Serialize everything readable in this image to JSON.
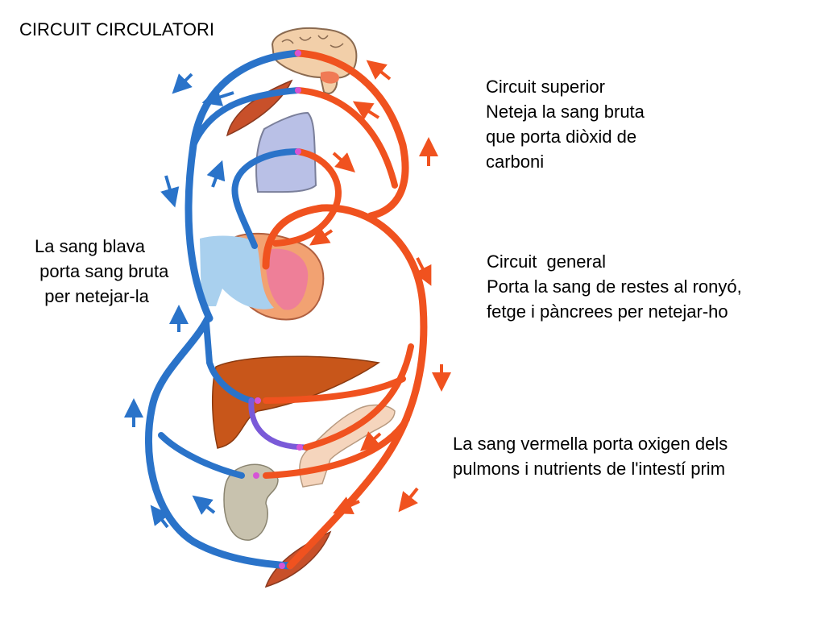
{
  "title": "CIRCUIT CIRCULATORI",
  "annotations": {
    "superior": {
      "heading": "Circuit superior",
      "lines": [
        "Neteja la sang bruta",
        "que porta diòxid de",
        "carboni"
      ]
    },
    "general": {
      "heading": "Circuit  general",
      "lines": [
        "Porta la sang de restes al ronyó,",
        "fetge i pàncrees per netejar-ho"
      ]
    },
    "red_blood": {
      "lines": [
        "La sang vermella porta oxigen dels",
        "pulmons i nutrients de l'intestí prim"
      ]
    },
    "blue_blood": {
      "lines": [
        "La sang blava",
        " porta sang bruta",
        "  per netejar-la"
      ]
    }
  },
  "organs": [
    "brain",
    "arm-muscle",
    "lung",
    "heart",
    "liver",
    "pancreas-intestine",
    "kidney",
    "leg-muscle"
  ],
  "colors": {
    "vein": "#2a73c9",
    "artery": "#f0521f",
    "capillary": "#d654d6",
    "lung": "#b9c0e6",
    "liver": "#c8561a",
    "kidney": "#c8c2ae",
    "muscle": "#c8502a",
    "brain": "#f2cfa9",
    "heart_left": "#ee7f98",
    "heart_right": "#a9d0ee"
  }
}
